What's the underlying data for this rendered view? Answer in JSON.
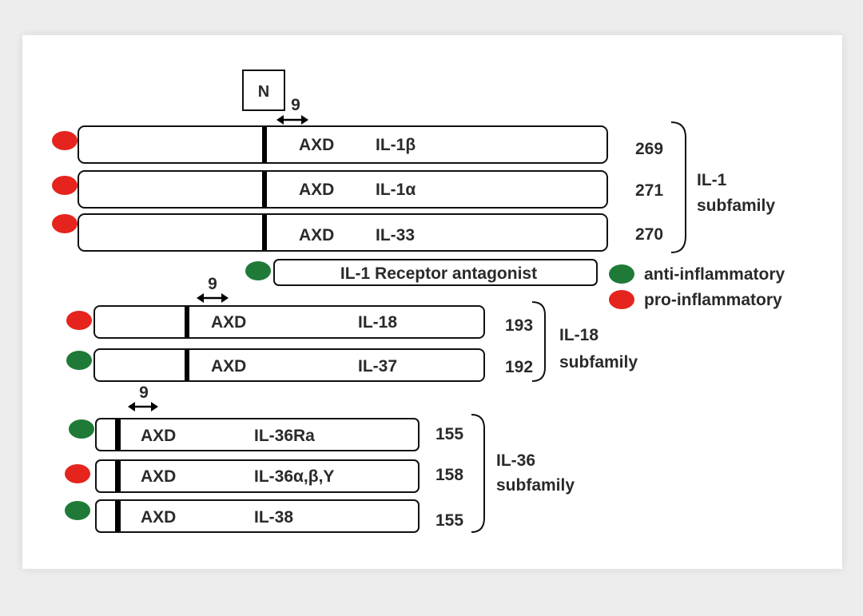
{
  "n_box": "N",
  "gap_labels": [
    "9",
    "9",
    "9"
  ],
  "axd": "AXD",
  "proteins": [
    {
      "name": "IL-1β",
      "length": "269",
      "type": "pro"
    },
    {
      "name": "IL-1α",
      "length": "271",
      "type": "pro"
    },
    {
      "name": "IL-33",
      "length": "270",
      "type": "pro"
    },
    {
      "name": "IL-18",
      "length": "193",
      "type": "pro"
    },
    {
      "name": "IL-37",
      "length": "192",
      "type": "anti"
    },
    {
      "name": "IL-36Ra",
      "length": "155",
      "type": "anti"
    },
    {
      "name": "IL-36α,β,Y",
      "length": "158",
      "type": "pro"
    },
    {
      "name": "IL-38",
      "length": "155",
      "type": "anti"
    }
  ],
  "receptor_antagonist": {
    "name": "IL-1 Receptor antagonist",
    "type": "anti"
  },
  "subfamilies": [
    {
      "line1": "IL-1",
      "line2": "subfamily"
    },
    {
      "line1": "IL-18",
      "line2": "subfamily"
    },
    {
      "line1": "IL-36",
      "line2": "subfamily"
    }
  ],
  "legend": {
    "anti": "anti-inflammatory",
    "pro": "pro-inflammatory"
  },
  "colors": {
    "pro": "#e5241d",
    "anti": "#1f7a38"
  }
}
